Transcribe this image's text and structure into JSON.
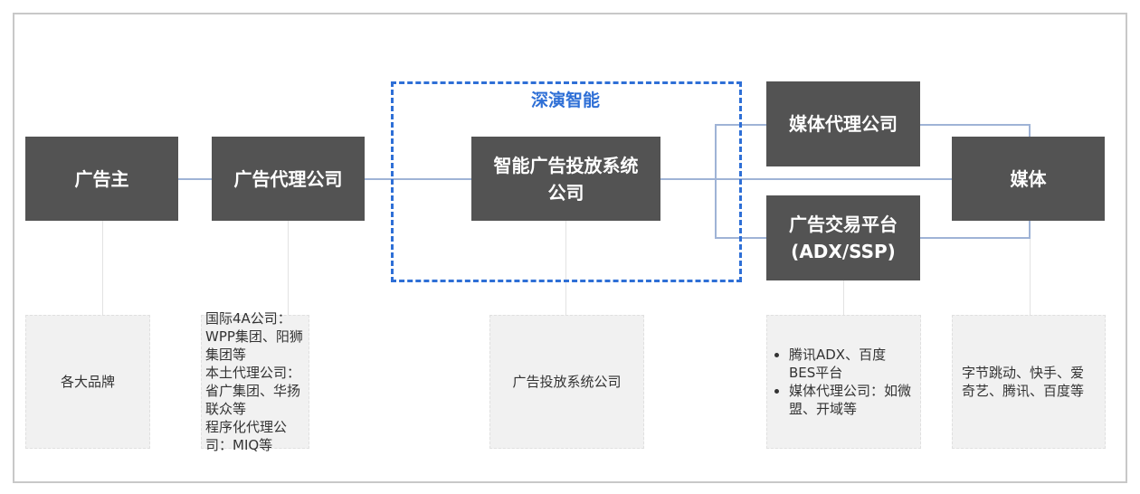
{
  "group_label": "深演智能",
  "nodes": {
    "advertiser": "广告主",
    "ad_agency": "广告代理公司",
    "smart_ad_system": "智能广告投放系统公司",
    "media_agency": "媒体代理公司",
    "ad_exchange_line1": "广告交易平台",
    "ad_exchange_line2": "(ADX/SSP)",
    "media": "媒体"
  },
  "notes": {
    "advertiser": "各大品牌",
    "ad_agency": [
      "国际4A公司：WPP集团、阳狮集团等",
      "本土代理公司：省广集团、华扬联众等",
      "程序化代理公司：MIQ等"
    ],
    "smart_ad_system": "广告投放系统公司",
    "ad_exchange": [
      "腾讯ADX、百度BES平台",
      "媒体代理公司：如微盟、开域等"
    ],
    "media": "字节跳动、快手、爱奇艺、腾讯、百度等"
  }
}
